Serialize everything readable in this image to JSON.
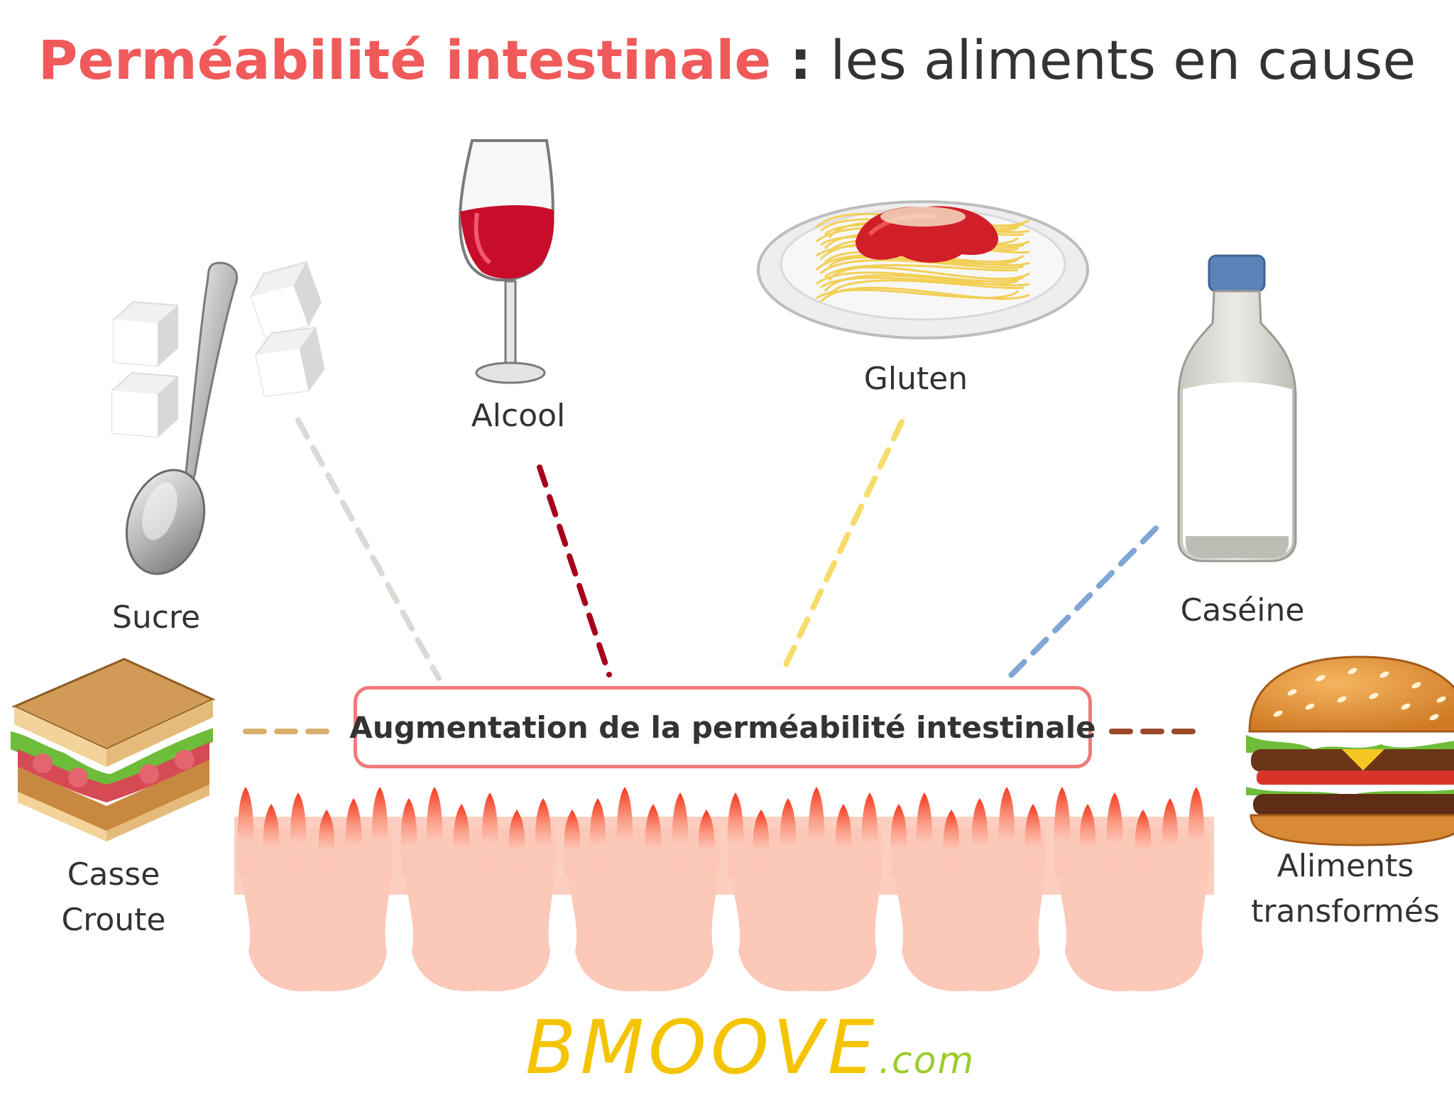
{
  "title": {
    "accent": "Perméabilité intestinale",
    "separator": " : ",
    "rest": "les aliments en cause"
  },
  "center_label": "Augmentation de la perméabilité intestinale",
  "foods": {
    "sucre": {
      "label": "Sucre",
      "line_color": "#dcd8d4"
    },
    "alcool": {
      "label": "Alcool",
      "line_color": "#a8001c"
    },
    "gluten": {
      "label": "Gluten",
      "line_color": "#f7dc6a"
    },
    "caseine": {
      "label": "Caséine",
      "line_color": "#7fa6d6"
    },
    "casse_croute": {
      "label_line1": "Casse",
      "label_line2": "Croute",
      "line_color": "#d8b06c"
    },
    "aliments_transformes": {
      "label_line1": "Aliments",
      "label_line2": "transformés",
      "line_color": "#9a4a2a"
    }
  },
  "brand": {
    "main": "BMOOVE",
    "sub": ".com"
  },
  "colors": {
    "accent": "#f05a5a",
    "box_border": "#f07b7b",
    "tissue_fill": "#fcc8b8",
    "villi_tip": "#f53a1e"
  }
}
